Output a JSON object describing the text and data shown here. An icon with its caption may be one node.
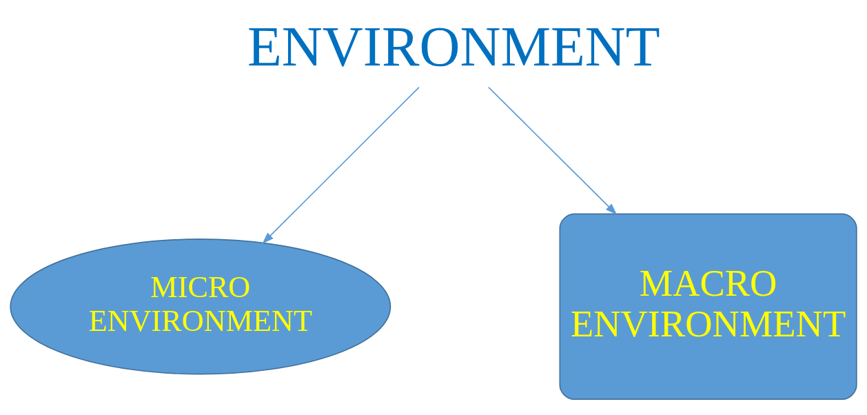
{
  "diagram": {
    "nodes": [
      {
        "text": [
          "ENVIRONMENT"
        ]
      },
      {
        "text": [
          "MICRO ENVIRONMENT"
        ]
      },
      {
        "text": [
          "MACRO ENVIRONMENT"
        ]
      }
    ],
    "edges": [
      {
        "from": 0,
        "to": 1,
        "arrow": "to"
      },
      {
        "from": 0,
        "to": 2,
        "arrow": "to"
      }
    ]
  }
}
